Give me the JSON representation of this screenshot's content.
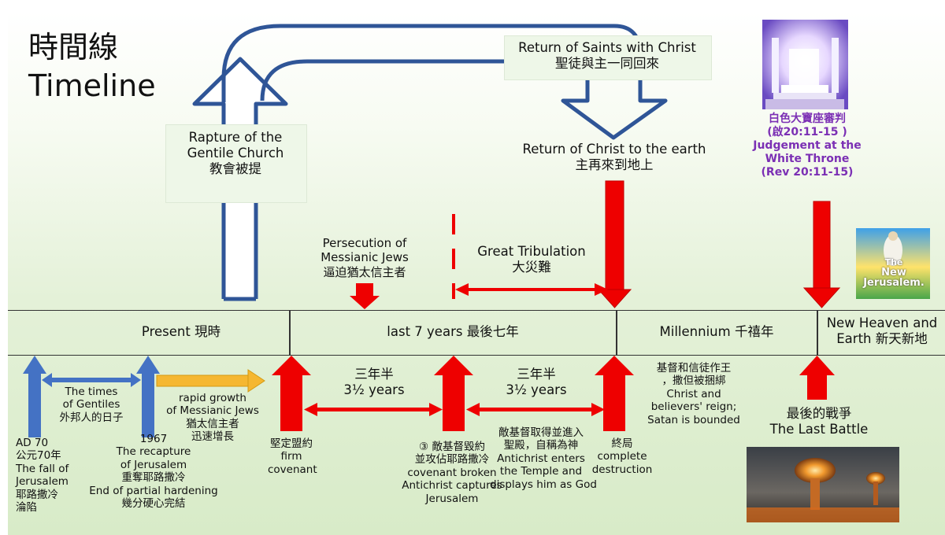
{
  "title": {
    "line1": "時間線",
    "line2": "Timeline"
  },
  "colors": {
    "blue_arrow": "#4472c4",
    "outline_arrow": "#2f5597",
    "red_arrow": "#ee0000",
    "gold_arrow": "#f5b731",
    "purple_text": "#7b2fb4"
  },
  "labels": {
    "rapture": [
      "Rapture of the",
      "Gentile Church",
      "教會被提"
    ],
    "saints_return": [
      "Return of Saints with Christ",
      "聖徒與主一同回來"
    ],
    "christ_return": [
      "Return of Christ to the earth",
      "主再來到地上"
    ],
    "throne": [
      "白色大寶座審判",
      "(啟20:11-15 )",
      "Judgement at the",
      "White Throne",
      "(Rev 20:11-15)"
    ],
    "persecution": [
      "Persecution of",
      "Messianic Jews",
      "逼迫猶太信主者"
    ],
    "tribulation": [
      "Great Tribulation",
      "大災難"
    ],
    "new_jerusalem_badge": [
      "The",
      "New",
      "Jerusalem."
    ]
  },
  "band": {
    "present": "Present 現時",
    "last7": "last 7 years 最後七年",
    "millennium": "Millennium 千禧年",
    "new_heaven": [
      "New Heaven and",
      "Earth 新天新地"
    ]
  },
  "events": {
    "ad70": [
      "AD 70",
      "公元70年",
      "The fall of",
      "Jerusalem",
      "耶路撒冷",
      "淪陷"
    ],
    "gentiles": [
      "The times",
      "of Gentiles",
      "外邦人的日子"
    ],
    "y1967": [
      "1967",
      "The recapture",
      "of Jerusalem",
      "重奪耶路撒冷",
      "End of partial hardening",
      "幾分硬心完結"
    ],
    "growth": [
      "rapid growth",
      "of Messianic Jews",
      "猶太信主者",
      "迅速增長"
    ],
    "covenant": [
      "堅定盟約",
      "firm",
      "covenant"
    ],
    "half1": [
      "三年半",
      "3½ years"
    ],
    "broken": [
      "③ 敵基督毀約",
      "並攻佔耶路撒冷",
      "covenant broken",
      "Antichrist captures",
      "Jerusalem"
    ],
    "half2": [
      "三年半",
      "3½ years"
    ],
    "temple": [
      "敵基督取得並進入",
      "聖殿，自稱為神",
      "Antichrist enters",
      "the Temple and",
      "displays him as God"
    ],
    "end": [
      "終局",
      "complete",
      "destruction"
    ],
    "reign": [
      "基督和信徒作王",
      "，撒但被捆綁",
      "Christ and",
      "believers' reign;",
      "Satan is bounded"
    ],
    "last_battle": [
      "最後的戰爭",
      "The Last Battle"
    ]
  }
}
